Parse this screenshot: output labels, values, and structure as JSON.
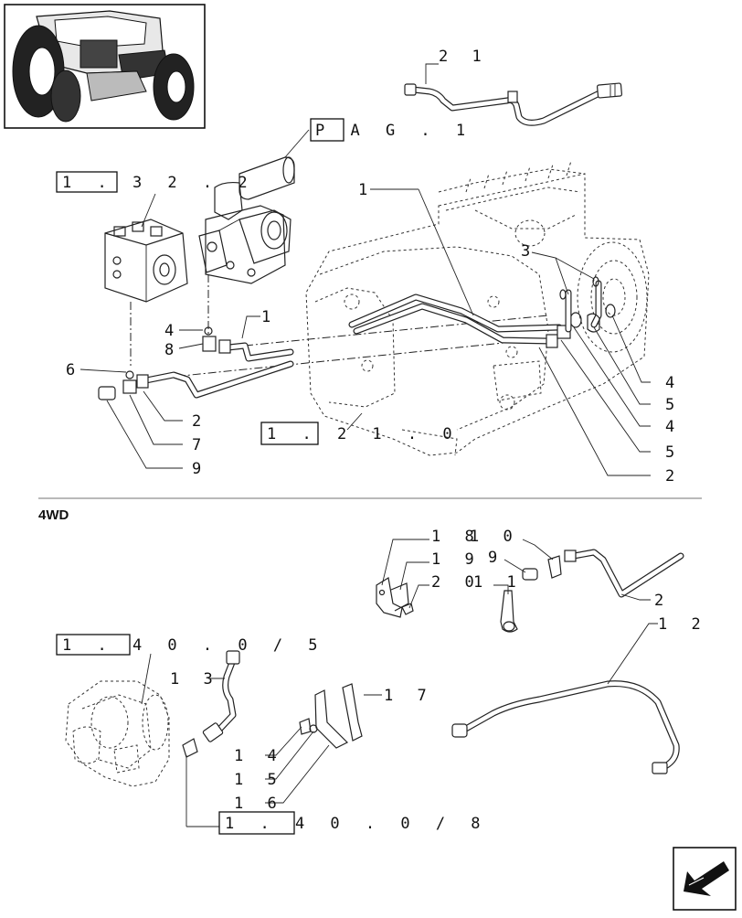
{
  "diagram": {
    "section_label": "4WD",
    "callouts": {
      "c21": "2 1",
      "pag1": "P A G . 1",
      "ref1322": "1 . 3 2 . 2",
      "ref121": "1 . 2 1 . 0",
      "ref1405": "1 . 4 0 . 0 / 5",
      "ref1408": "1 . 4 0 . 0 / 8",
      "t_1a": "1",
      "t_3": "3",
      "t_1b": "1",
      "t_4a": "4",
      "t_8": "8",
      "t_6": "6",
      "t_2a": "2",
      "t_7": "7",
      "t_9a": "9",
      "t_4b": "4",
      "t_5a": "5",
      "t_4c": "4",
      "t_5b": "5",
      "t_2b": "2",
      "t_18": "1 8",
      "t_10": "1 0",
      "t_19": "1 9",
      "t_9b": "9",
      "t_20": "2 0",
      "t_11": "1 1",
      "t_2c": "2",
      "t_12": "1 2",
      "t_13": "1 3",
      "t_17": "1 7",
      "t_14": "1 4",
      "t_15": "1 5",
      "t_16": "1 6"
    }
  }
}
